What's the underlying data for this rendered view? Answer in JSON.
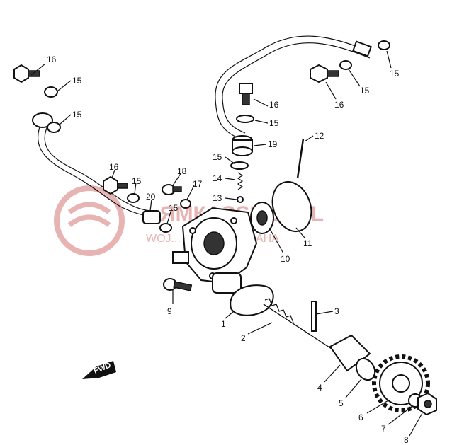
{
  "watermark": {
    "line1": "ЯМКАЅSHEP.PL",
    "line2": "WOJ... DEALER YAMAHA",
    "color": "#e7b3b3"
  },
  "fwd_label": "FWD",
  "callouts": {
    "c1": "1",
    "c2": "2",
    "c3": "3",
    "c4": "4",
    "c5": "5",
    "c6": "6",
    "c7": "7",
    "c8": "8",
    "c9": "9",
    "c10": "10",
    "c11": "11",
    "c12": "12",
    "c13": "13",
    "c14": "14",
    "c15a": "15",
    "c15b": "15",
    "c15c": "15",
    "c15d": "15",
    "c15e": "15",
    "c15f": "15",
    "c15g": "15",
    "c15h": "15",
    "c16a": "16",
    "c16b": "16",
    "c16c": "16",
    "c16d": "16",
    "c17": "17",
    "c18": "18",
    "c19": "19",
    "c20": "20"
  }
}
